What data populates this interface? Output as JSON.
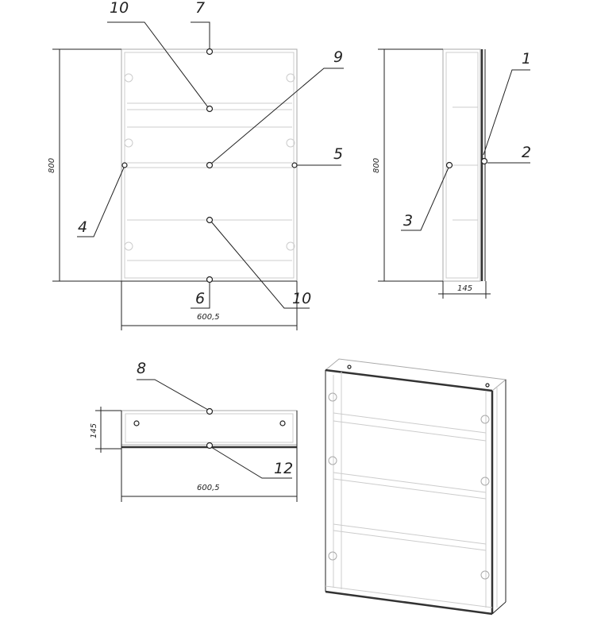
{
  "front_view": {
    "callouts": {
      "top_hole": "7",
      "upper_shelf": "10",
      "middle_shelf": "9",
      "right_hole": "5",
      "left_hole": "4",
      "bottom_hole": "6",
      "lower_shelf": "10"
    },
    "height_dimension": "800",
    "width_dimension": "600,5"
  },
  "side_view": {
    "callouts": {
      "door_edge": "1",
      "door_hole": "2",
      "side_hole": "3"
    },
    "height_dimension": "800",
    "depth_dimension": "145"
  },
  "top_view": {
    "callouts": {
      "top_hole": "8",
      "front_hole": "12"
    },
    "depth_dimension": "145",
    "width_dimension": "600,5"
  }
}
